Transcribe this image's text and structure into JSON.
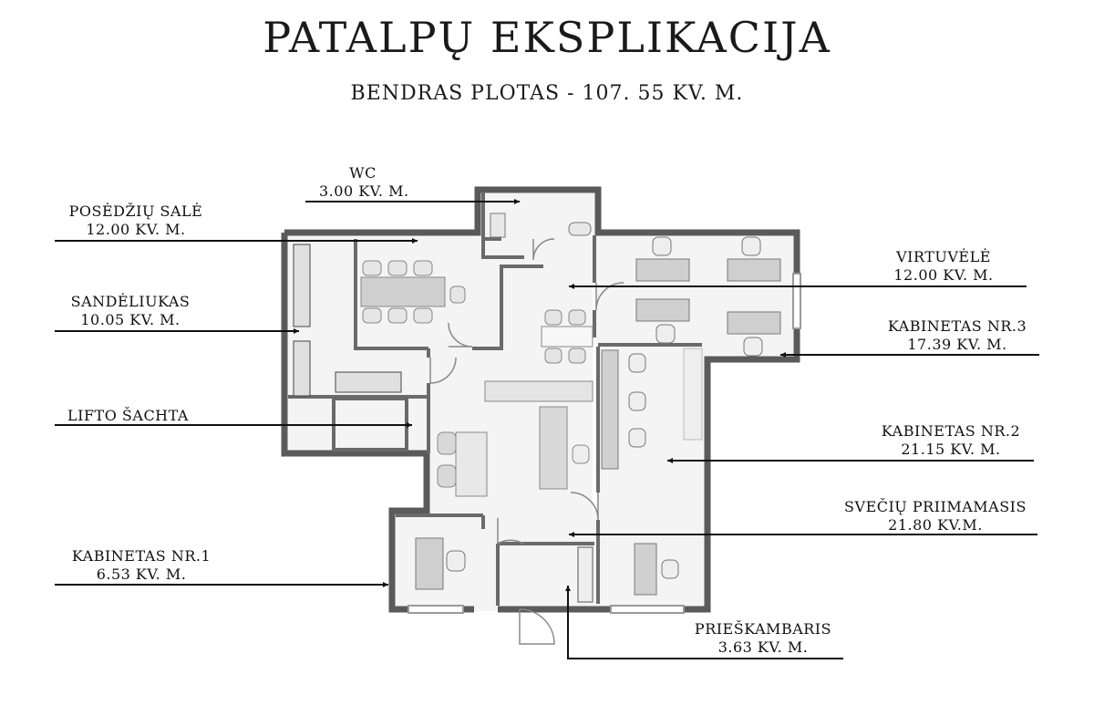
{
  "title": "PATALPŲ EKSPLIKACIJA",
  "subtitle": "BENDRAS PLOTAS - 107. 55 KV. M.",
  "rooms": {
    "wc": {
      "name": "WC",
      "area": "3.00 KV. M."
    },
    "posedziu": {
      "name": "POSĖDŽIŲ SALĖ",
      "area": "12.00 KV. M."
    },
    "sandeliukas": {
      "name": "SANDĖLIUKAS",
      "area": "10.05 KV. M."
    },
    "liftas": {
      "name": "LIFTO ŠACHTA"
    },
    "kab1": {
      "name": "KABINETAS NR.1",
      "area": "6.53 KV. M."
    },
    "virtuvele": {
      "name": "VIRTUVĖLĖ",
      "area": "12.00 KV. M."
    },
    "kab3": {
      "name": "KABINETAS NR.3",
      "area": "17.39 KV. M."
    },
    "kab2": {
      "name": "KABINETAS NR.2",
      "area": "21.15 KV. M."
    },
    "sveciu": {
      "name": "SVEČIŲ PRIIMAMASIS",
      "area": "21.80 KV.M."
    },
    "prieskambaris": {
      "name": "PRIEŠKAMBARIS",
      "area": "3.63 KV. M."
    }
  },
  "colors": {
    "wall": "#5a5a5a",
    "floor": "#f4f4f4",
    "furniture": "#cfcfcf",
    "leader": "#111111"
  }
}
